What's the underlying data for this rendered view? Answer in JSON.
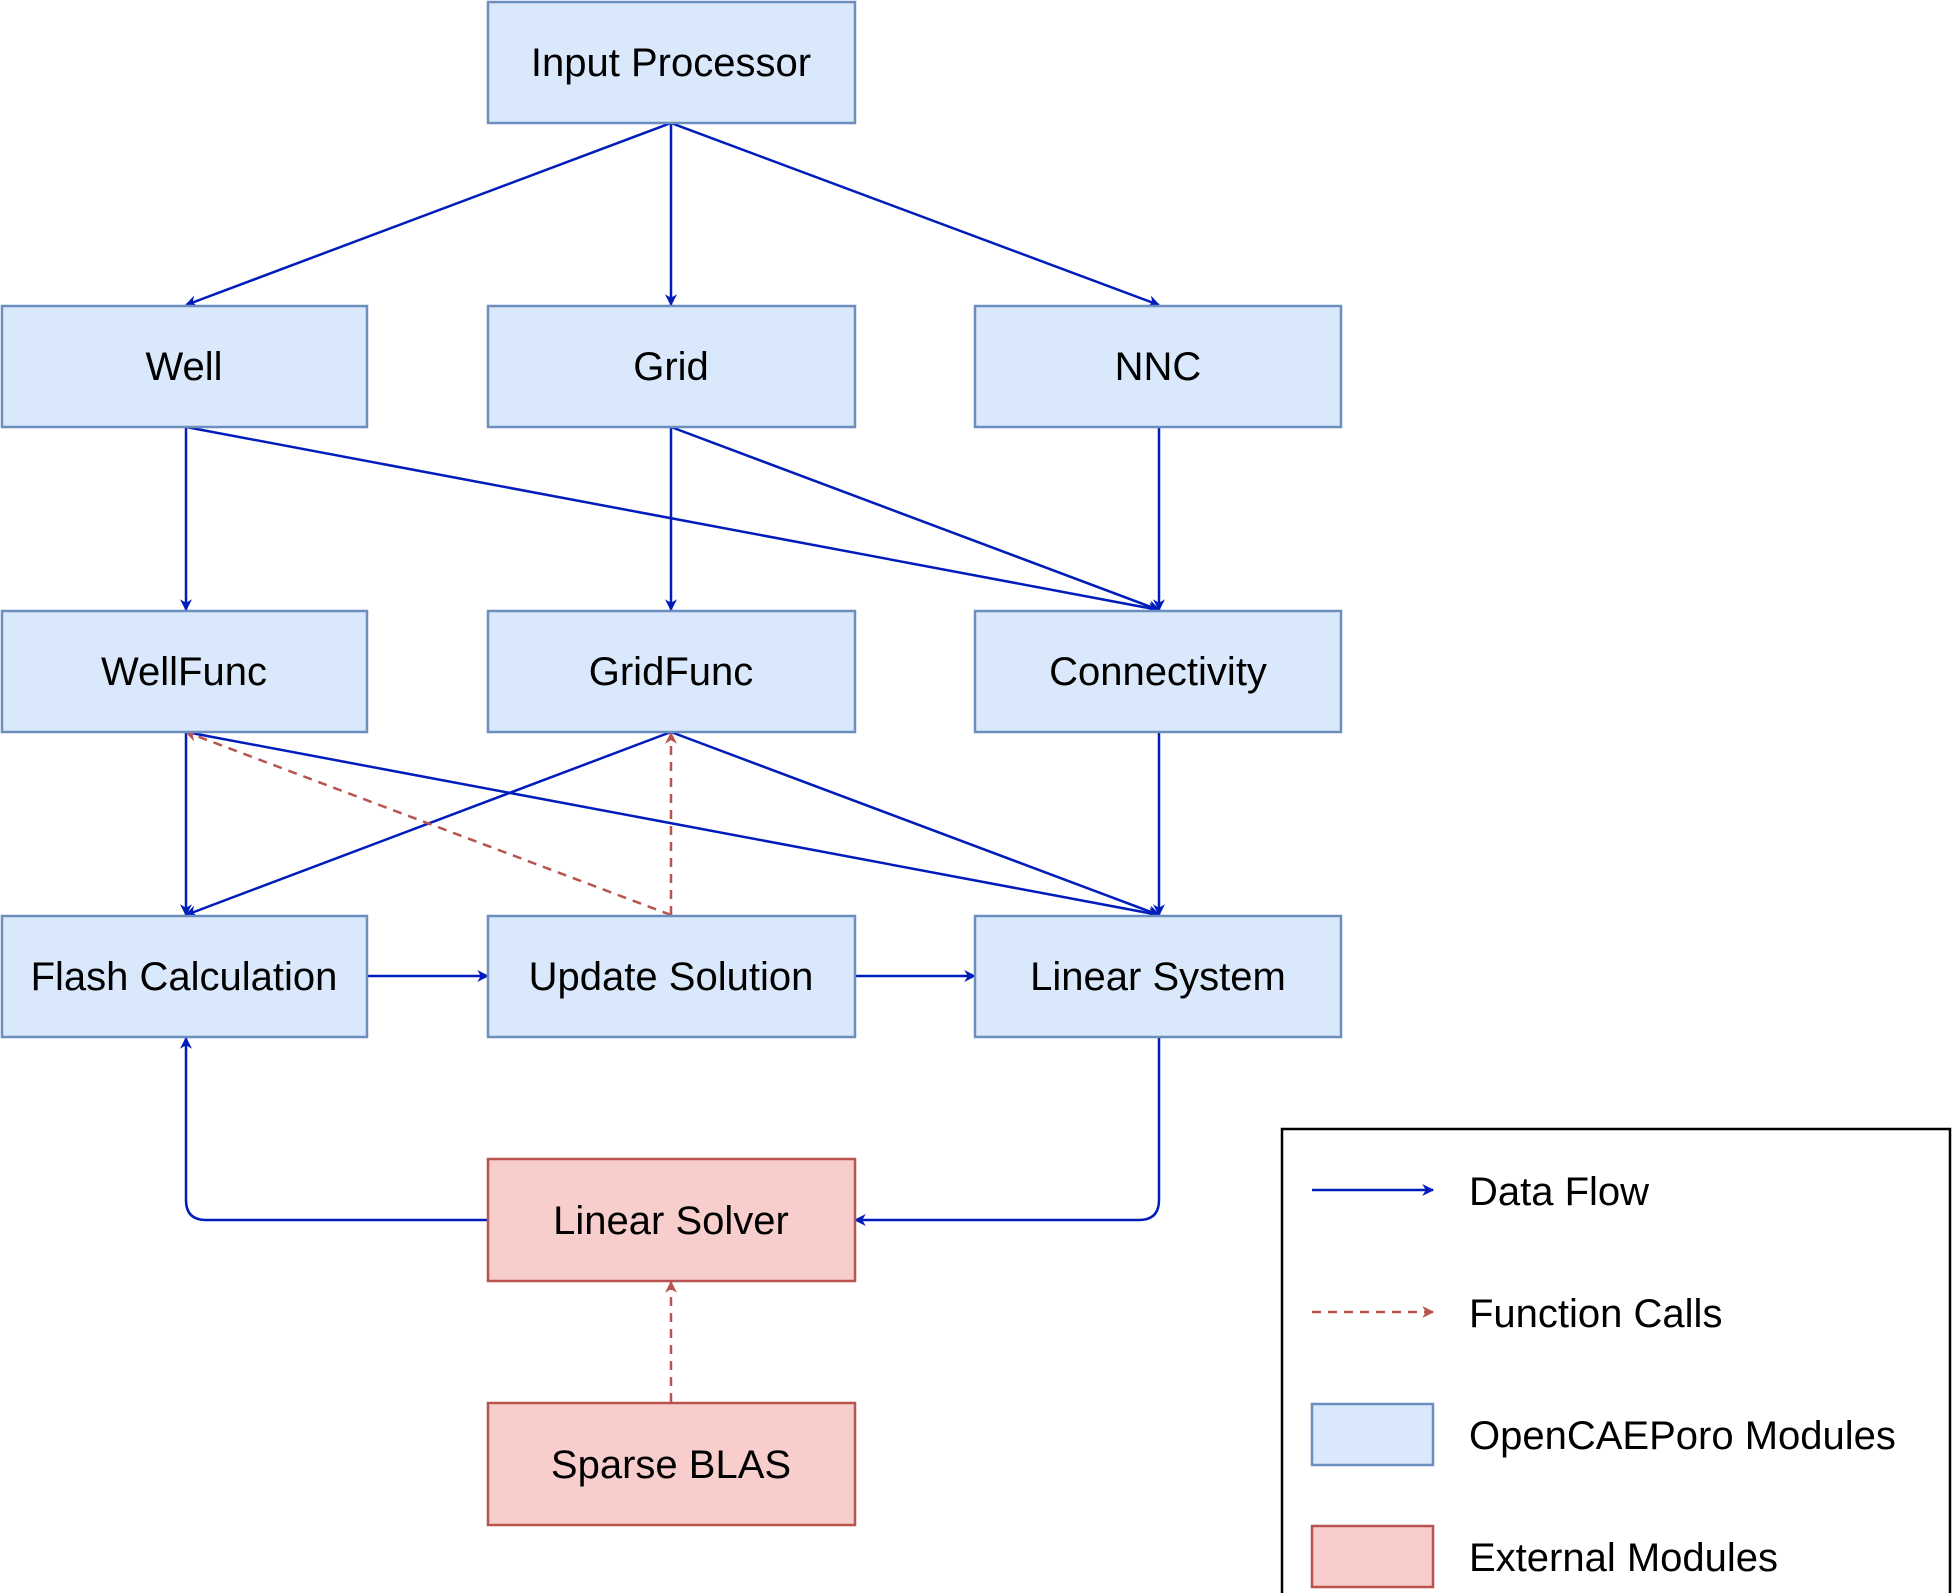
{
  "nodes": {
    "input_processor": "Input Processor",
    "well": "Well",
    "grid": "Grid",
    "nnc": "NNC",
    "wellfunc": "WellFunc",
    "gridfunc": "GridFunc",
    "connectivity": "Connectivity",
    "flash_calculation": "Flash Calculation",
    "update_solution": "Update Solution",
    "linear_system": "Linear System",
    "linear_solver": "Linear Solver",
    "sparse_blas": "Sparse BLAS"
  },
  "edges": [
    {
      "from": "input_processor",
      "to": "well",
      "kind": "data-flow"
    },
    {
      "from": "input_processor",
      "to": "grid",
      "kind": "data-flow"
    },
    {
      "from": "input_processor",
      "to": "nnc",
      "kind": "data-flow"
    },
    {
      "from": "well",
      "to": "wellfunc",
      "kind": "data-flow"
    },
    {
      "from": "well",
      "to": "connectivity",
      "kind": "data-flow"
    },
    {
      "from": "grid",
      "to": "gridfunc",
      "kind": "data-flow"
    },
    {
      "from": "grid",
      "to": "connectivity",
      "kind": "data-flow"
    },
    {
      "from": "nnc",
      "to": "connectivity",
      "kind": "data-flow"
    },
    {
      "from": "wellfunc",
      "to": "flash_calculation",
      "kind": "data-flow"
    },
    {
      "from": "wellfunc",
      "to": "linear_system",
      "kind": "data-flow"
    },
    {
      "from": "gridfunc",
      "to": "flash_calculation",
      "kind": "data-flow"
    },
    {
      "from": "gridfunc",
      "to": "linear_system",
      "kind": "data-flow"
    },
    {
      "from": "connectivity",
      "to": "linear_system",
      "kind": "data-flow"
    },
    {
      "from": "update_solution",
      "to": "wellfunc",
      "kind": "function-call"
    },
    {
      "from": "update_solution",
      "to": "gridfunc",
      "kind": "function-call"
    },
    {
      "from": "flash_calculation",
      "to": "update_solution",
      "kind": "data-flow"
    },
    {
      "from": "update_solution",
      "to": "linear_system",
      "kind": "data-flow"
    },
    {
      "from": "linear_system",
      "to": "linear_solver",
      "kind": "data-flow"
    },
    {
      "from": "linear_solver",
      "to": "flash_calculation",
      "kind": "data-flow"
    },
    {
      "from": "sparse_blas",
      "to": "linear_solver",
      "kind": "function-call"
    }
  ],
  "legend": {
    "data_flow": "Data Flow",
    "function_calls": "Function Calls",
    "opencaeporo_modules": "OpenCAEPoro Modules",
    "external_modules": "External Modules"
  },
  "colors": {
    "module_fill": "#dae8fc",
    "module_stroke": "#6c8ebf",
    "external_fill": "#f8cecc",
    "external_stroke": "#b85450",
    "data_flow": "#001dbc",
    "function_call": "#b85450"
  }
}
